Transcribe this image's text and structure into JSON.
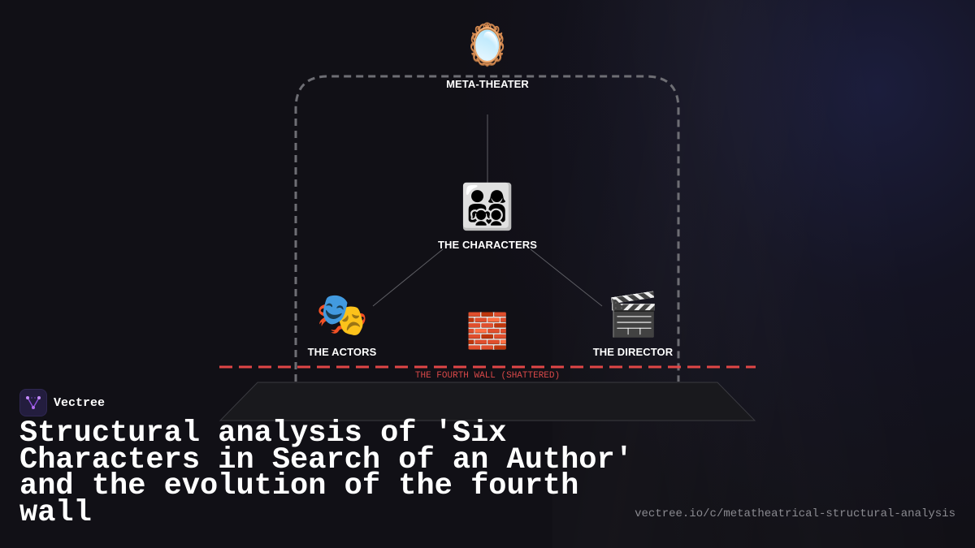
{
  "diagram": {
    "nodes": {
      "meta_theater": {
        "icon": "mirror-icon",
        "glyph": "🪞",
        "label": "META-THEATER"
      },
      "characters": {
        "icon": "family-icon",
        "glyph": "👨‍👩‍👧‍👦",
        "label": "THE CHARACTERS"
      },
      "actors": {
        "icon": "performing-arts-icon",
        "glyph": "🎭",
        "label": "THE ACTORS"
      },
      "director": {
        "icon": "clapper-board-icon",
        "glyph": "🎬",
        "label": "THE DIRECTOR"
      }
    },
    "wall": {
      "icon": "brick-icon",
      "glyph": "🧱"
    },
    "fourth_wall_label": "THE FOURTH WALL (SHATTERED)"
  },
  "colors": {
    "background": "#111016",
    "frame_dash": "#6e6e74",
    "fourth_wall": "#e04646",
    "stage_fill": "#1a1a1e",
    "connector": "#5e5e64",
    "brand_accent": "#b06af0"
  },
  "brand": {
    "name": "Vectree",
    "logo_icon": "vectree-logo-icon"
  },
  "title": "Structural analysis of 'Six Characters in Search of an Author' and the evolution of the fourth wall",
  "source_url": "vectree.io/c/metatheatrical-structural-analysis"
}
